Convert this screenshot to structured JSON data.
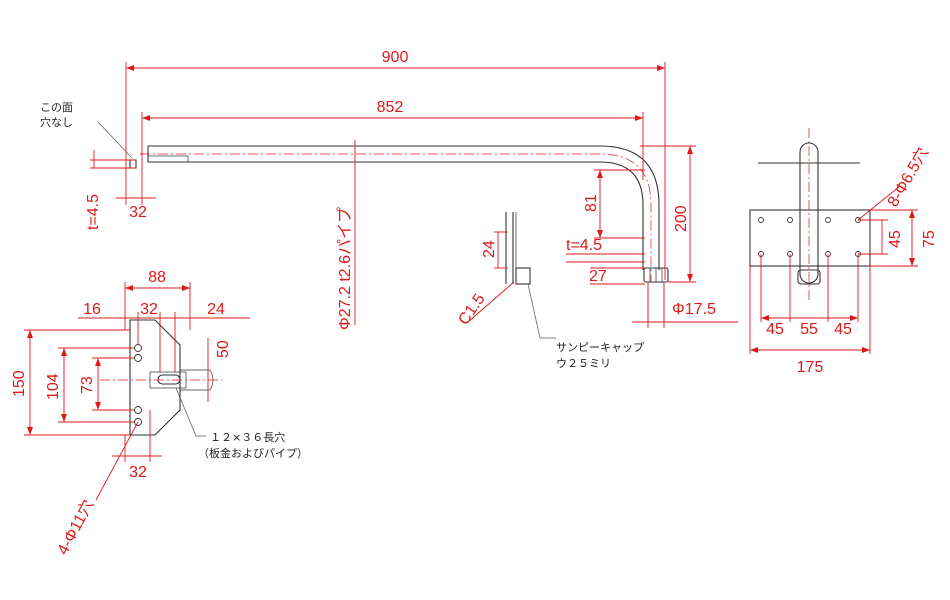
{
  "colors": {
    "dimension": "#e01818",
    "part": "#333333"
  },
  "side_view": {
    "overall_length": "900",
    "tube_length": "852",
    "pipe_spec": "Φ27.2 t2.6パイプ",
    "plate_thickness": "t=4.5",
    "plate_width": "32",
    "bend_height": "200",
    "straight_drop": "81",
    "tip_thickness": "t=4.5",
    "cap_height": "27",
    "cap_diameter": "Φ17.5",
    "note_no_holes_line1": "この面",
    "note_no_holes_line2": "穴なし"
  },
  "detail_view": {
    "height_dim": "24",
    "chamfer": "C1.5",
    "cap_note_line1": "サンピーキャップ",
    "cap_note_line2": "ウ２５ミリ"
  },
  "end_view": {
    "holes": "8-Φ6.5穴",
    "inner_height": "45",
    "plate_height": "75",
    "pitch_left": "45",
    "pitch_mid": "55",
    "pitch_right": "45",
    "plate_width": "175"
  },
  "plate_view": {
    "width_total": "88",
    "offset_left": "16",
    "slot_offset": "32",
    "right_width": "24",
    "pipe_height": "50",
    "height_total": "150",
    "hole_pitch": "104",
    "slot_center": "73",
    "bottom_offset": "32",
    "holes": "4-Φ11穴",
    "slot_note_line1": "１２×３６長穴",
    "slot_note_line2": "（板金およびパイプ）"
  }
}
